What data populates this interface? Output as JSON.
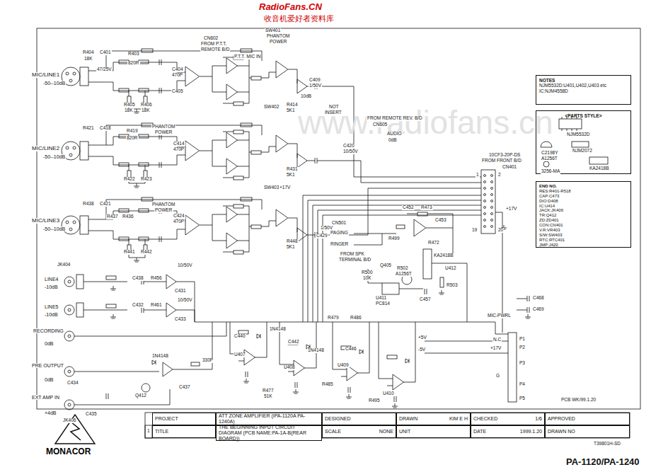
{
  "diagram": {
    "title": "PA-1120/PA-1240",
    "nodes": [
      {
        "text": [
          "NOTES",
          "NJM5532D:U401,U402,U403 etc IC:NJM4558D"
        ]
      },
      {
        "text": [
          "<PARTS STYLE>"
        ]
      },
      {
        "text": [
          "END NO.",
          "RES:R401-R518",
          "CAP:C473",
          "DIO:D408",
          "IC:U414",
          "JACK:JK406",
          "TR:Q412",
          "ZD:ZD401",
          "CON:CN401",
          "V.R:VR403",
          "S/W:SW403",
          "RTC:RTC401",
          "JMP:J420"
        ]
      },
      {
        "text": [
          "PROJECT"
        ]
      },
      {
        "text": [
          "ATT ZONE AMPLIFIER (IPA-1120A PA-1240A)"
        ]
      },
      {
        "text": [
          "DESIGNED"
        ]
      },
      {
        "text": [
          "DRAWN",
          "KIM E H"
        ]
      },
      {
        "text": [
          "CHECKED",
          "1/6"
        ]
      },
      {
        "text": [
          "APPROVED"
        ]
      },
      {
        "text": [
          "TITLE"
        ]
      },
      {
        "text": [
          "THE BEGINNING INPUT CIRCUIT DIAGRAM (PCB NAME:PA-1A-B(REAR BOARD))"
        ]
      },
      {
        "text": [
          "SCALE",
          "NONE"
        ]
      },
      {
        "text": [
          "UNIT"
        ]
      },
      {
        "text": [
          "DATE",
          "1999.1.20"
        ]
      },
      {
        "text": [
          "DRAWN NO"
        ]
      }
    ],
    "labels": [
      "RadioFans.CN",
      "收音机爱好者资料库",
      "www.radiofans.cn",
      "MIC/LINE1",
      "-50--10dB",
      "MIC/LINE2",
      "-50--10dB",
      "MIC/LINE3",
      "-50--10dB",
      "JK404",
      "LINE4",
      "-10dB",
      "LINE5",
      "-10dB",
      "RECORDING",
      "0dB",
      "PRE OUTPUT",
      "0dB",
      "EXT AMP IN",
      "+4dB",
      "JK406",
      "CN602",
      "FROM P.T.T.",
      "REMOTE B/D",
      "P.T.T. MIC IN",
      "SW401",
      "PHANTOM",
      "POWER",
      "SW402",
      "PHANTOM",
      "POWER",
      "SW403",
      "PHANTOM",
      "POWER",
      "R404",
      "C401",
      "18K",
      "R403",
      "820R",
      "47/25V",
      "R405",
      "R406",
      "18K",
      "18K",
      "R421",
      "C418",
      "R419",
      "820R",
      "R422",
      "R423",
      "R438",
      "C421",
      "R437",
      "R436",
      "R441",
      "R442",
      "C404",
      "470P",
      "C405",
      "C409",
      "1/50V",
      "10dB",
      "R414",
      "5K1",
      "NOT",
      "INSERT",
      "FROM REMOTE REV. B/D",
      "CN605",
      "AUDIO",
      "0dB",
      "C420",
      "10/50V",
      "R431",
      "5K1",
      "C414",
      "470P",
      "C424",
      "470P",
      "C429",
      "1/50V",
      "R448",
      "5K1",
      "CN501",
      "PAGING",
      "RINGER",
      "FROM SPK",
      "TERMINAL B/D",
      "R499",
      "C452",
      "R473",
      "C453",
      "R472",
      "U412",
      "KA2418B",
      "R502",
      "A1256T",
      "Q405",
      "R500",
      "10K",
      "U411",
      "PC814",
      "R503",
      "C457",
      "C438",
      "R456",
      "C431",
      "C432",
      "R461",
      "C433",
      "10/50V",
      "10/50V",
      "R479",
      "R486",
      "C440",
      "C442",
      "C446",
      "1N4148",
      "1N4148",
      "U407",
      "U408",
      "U409",
      "U410",
      "R477",
      "51K",
      "R485",
      "R495",
      "+5V",
      "-5V",
      "MIC-PWRL",
      "N.C",
      "+17V",
      "G",
      "P1",
      "P2",
      "P3",
      "P4",
      "P5",
      "C468",
      "C469",
      "+17V",
      "+17V",
      "10CF3-20P-DS",
      "FROM FRONT B/D",
      "CN401",
      "1",
      "2",
      "19",
      "20",
      "Q412",
      "1N4148",
      "330P",
      "C437",
      "C434",
      "C435",
      "PCB WK/99.1.20",
      "1",
      "T39801H-SD",
      "MONACOR",
      "NJM5532D",
      "C2198Y",
      "A1256T",
      "NJM2072",
      "3256-MA",
      "KA2418B"
    ]
  }
}
